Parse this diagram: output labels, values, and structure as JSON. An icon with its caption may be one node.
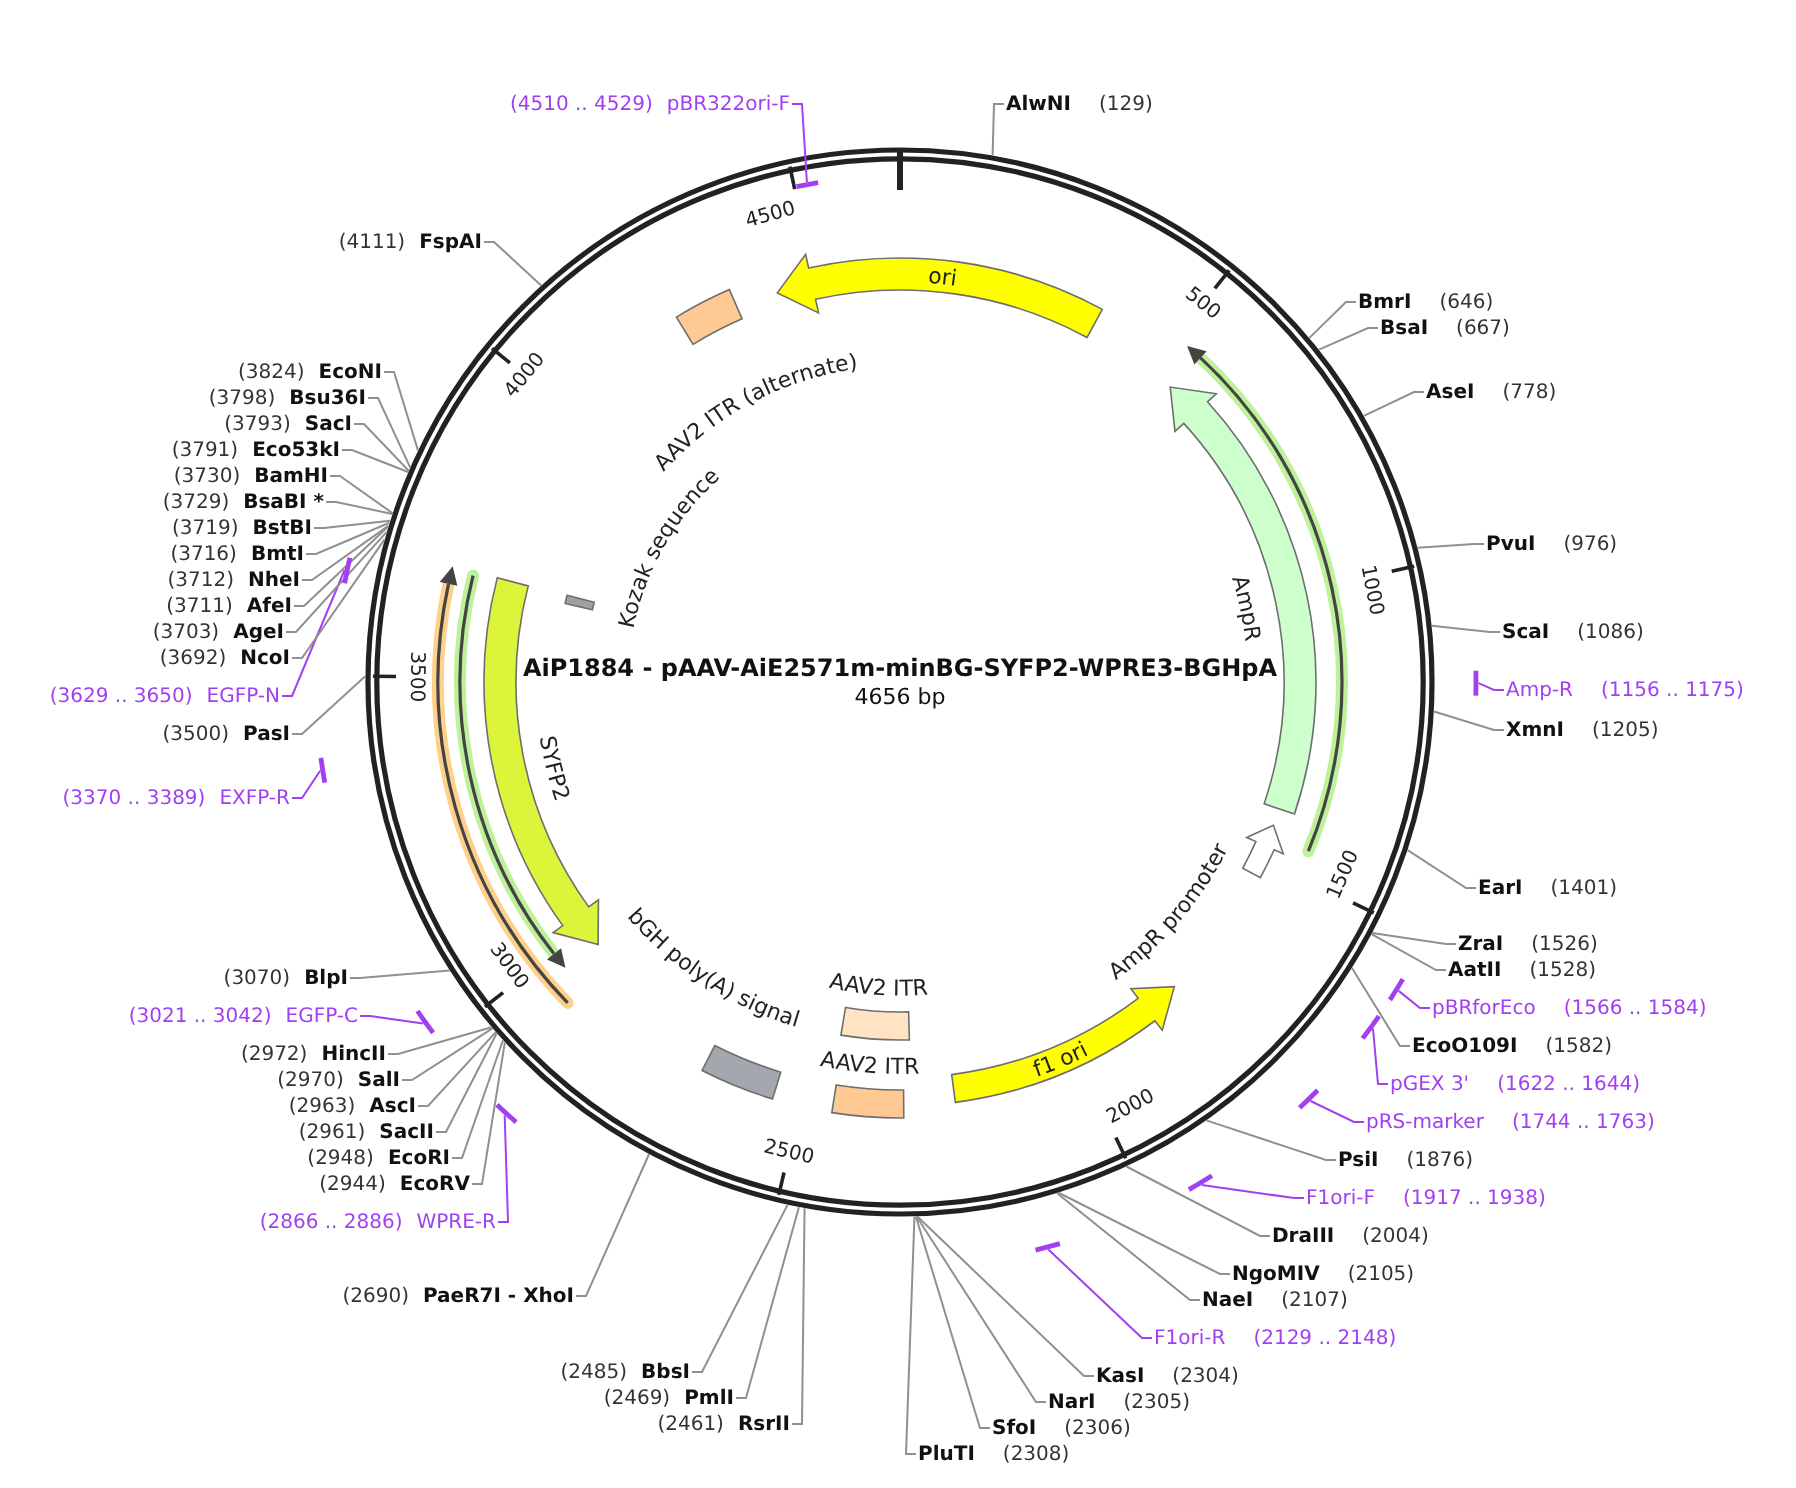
{
  "diagram": {
    "title": "AiP1884 - pAAV-AiE2571m-minBG-SYFP2-WPRE3-BGHpA",
    "nodes": [
      {
        "text": [
          "AlwNI",
          "(129)"
        ]
      },
      {
        "text": [
          "BmrI",
          "(646)"
        ]
      },
      {
        "text": [
          "BsaI",
          "(667)"
        ]
      },
      {
        "text": [
          "AseI",
          "(778)"
        ]
      },
      {
        "text": [
          "PvuI",
          "(976)"
        ]
      },
      {
        "text": [
          "ScaI",
          "(1086)"
        ]
      },
      {
        "text": [
          "Amp-R",
          "(1156 .. 1175)"
        ]
      },
      {
        "text": [],
        "shape": "bar"
      },
      {
        "text": [
          "XmnI",
          "(1205)"
        ]
      },
      {
        "text": [
          "EarI",
          "(1401)"
        ]
      },
      {
        "text": [
          "ZraI",
          "(1526)"
        ]
      },
      {
        "text": [
          "AatII",
          "(1528)"
        ]
      },
      {
        "text": [
          "pBRforEco",
          "(1566 .. 1584)"
        ]
      },
      {
        "text": [],
        "shape": "bar"
      },
      {
        "text": [
          "EcoO109I",
          "(1582)"
        ]
      },
      {
        "text": [
          "pGEX 3'",
          "(1622 .. 1644)"
        ]
      },
      {
        "text": [],
        "shape": "bar"
      },
      {
        "text": [
          "pRS-marker",
          "(1744 .. 1763)"
        ]
      },
      {
        "text": [],
        "shape": "bar"
      },
      {
        "text": [
          "PsiI",
          "(1876)"
        ]
      },
      {
        "text": [
          "F1ori-F",
          "(1917 .. 1938)"
        ]
      },
      {
        "text": [],
        "shape": "bar"
      },
      {
        "text": [
          "DraIII",
          "(2004)"
        ]
      },
      {
        "text": [
          "NgoMIV",
          "(2105)"
        ]
      },
      {
        "text": [
          "NaeI",
          "(2107)"
        ]
      },
      {
        "text": [
          "F1ori-R",
          "(2129 .. 2148)"
        ]
      },
      {
        "text": [],
        "shape": "bar"
      },
      {
        "text": [
          "KasI",
          "(2304)"
        ]
      },
      {
        "text": [
          "NarI",
          "(2305)"
        ]
      },
      {
        "text": [
          "SfoI",
          "(2306)"
        ]
      },
      {
        "text": [
          "PluTI",
          "(2308)"
        ]
      },
      {
        "text": [
          "(2461)",
          "RsrII"
        ]
      },
      {
        "text": [
          "(2469)",
          "PmlI"
        ]
      },
      {
        "text": [
          "(2485)",
          "BbsI"
        ]
      },
      {
        "text": [
          "(2690)",
          "PaeR7I - XhoI"
        ]
      },
      {
        "text": [
          "(2866 .. 2886)",
          "WPRE-R"
        ]
      },
      {
        "text": [],
        "shape": "bar"
      },
      {
        "text": [
          "(2944)",
          "EcoRV"
        ]
      },
      {
        "text": [
          "(2948)",
          "EcoRI"
        ]
      },
      {
        "text": [
          "(2961)",
          "SacII"
        ]
      },
      {
        "text": [
          "(2963)",
          "AscI"
        ]
      },
      {
        "text": [
          "(2970)",
          "SalI"
        ]
      },
      {
        "text": [
          "(2972)",
          "HincII"
        ]
      },
      {
        "text": [
          "(3021 .. 3042)",
          "EGFP-C"
        ]
      },
      {
        "text": [],
        "shape": "bar"
      },
      {
        "text": [
          "(3070)",
          "BlpI"
        ]
      },
      {
        "text": [
          "(3370 .. 3389)",
          "EXFP-R"
        ]
      },
      {
        "text": [],
        "shape": "bar"
      },
      {
        "text": [
          "(3500)",
          "PasI"
        ]
      },
      {
        "text": [
          "(3629 .. 3650)",
          "EGFP-N"
        ]
      },
      {
        "text": [],
        "shape": "bar"
      },
      {
        "text": [
          "(3692)",
          "NcoI"
        ]
      },
      {
        "text": [
          "(3703)",
          "AgeI"
        ]
      },
      {
        "text": [
          "(3711)",
          "AfeI"
        ]
      },
      {
        "text": [
          "(3712)",
          "NheI"
        ]
      },
      {
        "text": [
          "(3716)",
          "BmtI"
        ]
      },
      {
        "text": [
          "(3719)",
          "BstBI"
        ]
      },
      {
        "text": [
          "(3729)",
          "BsaBI *"
        ]
      },
      {
        "text": [
          "(3730)",
          "BamHI"
        ]
      },
      {
        "text": [
          "(3791)",
          "Eco53kI"
        ]
      },
      {
        "text": [
          "(3793)",
          "SacI"
        ]
      },
      {
        "text": [
          "(3798)",
          "Bsu36I"
        ]
      },
      {
        "text": [
          "(3824)",
          "EcoNI"
        ]
      },
      {
        "text": [
          "(4111)",
          "FspAI"
        ]
      },
      {
        "text": [
          "(4510 .. 4529)",
          "pBR322ori-F"
        ]
      },
      {
        "text": [],
        "shape": "bar"
      },
      {
        "text": [
          "ori"
        ]
      },
      {
        "text": [
          "AmpR"
        ]
      },
      {
        "text": [
          "AmpR promoter"
        ]
      },
      {
        "text": [
          "f1 ori"
        ]
      },
      {
        "text": [
          "AAV2 ITR"
        ]
      },
      {
        "text": [
          "AAV2 ITR"
        ]
      },
      {
        "text": [
          "bGH poly(A) signal"
        ]
      },
      {
        "text": [
          "SYFP2"
        ]
      },
      {
        "text": [
          "Kozak sequence"
        ]
      },
      {
        "text": [
          "AAV2 ITR (alternate)"
        ]
      }
    ],
    "edges": [
      {
        "from": 0,
        "to": null,
        "arrow": "none"
      },
      {
        "from": 1,
        "to": null,
        "arrow": "none"
      },
      {
        "from": 2,
        "to": null,
        "arrow": "none"
      },
      {
        "from": 3,
        "to": null,
        "arrow": "none"
      },
      {
        "from": 4,
        "to": null,
        "arrow": "none"
      },
      {
        "from": 5,
        "to": null,
        "arrow": "none"
      },
      {
        "from": 6,
        "to": 7,
        "arrow": "none",
        "color": "#a040f0"
      },
      {
        "from": 8,
        "to": null,
        "arrow": "none"
      },
      {
        "from": 9,
        "to": null,
        "arrow": "none"
      },
      {
        "from": 10,
        "to": null,
        "arrow": "none"
      },
      {
        "from": 11,
        "to": null,
        "arrow": "none"
      },
      {
        "from": 12,
        "to": 13,
        "arrow": "none",
        "color": "#a040f0"
      },
      {
        "from": 14,
        "to": null,
        "arrow": "none"
      },
      {
        "from": 15,
        "to": 16,
        "arrow": "none",
        "color": "#a040f0"
      },
      {
        "from": 17,
        "to": 18,
        "arrow": "none",
        "color": "#a040f0"
      },
      {
        "from": 19,
        "to": null,
        "arrow": "none"
      },
      {
        "from": 20,
        "to": 21,
        "arrow": "none",
        "color": "#a040f0"
      },
      {
        "from": 22,
        "to": null,
        "arrow": "none"
      },
      {
        "from": 23,
        "to": null,
        "arrow": "none"
      },
      {
        "from": 24,
        "to": null,
        "arrow": "none"
      },
      {
        "from": 25,
        "to": 26,
        "arrow": "none",
        "color": "#a040f0"
      },
      {
        "from": 27,
        "to": null,
        "arrow": "none"
      },
      {
        "from": 28,
        "to": null,
        "arrow": "none"
      },
      {
        "from": 29,
        "to": null,
        "arrow": "none"
      },
      {
        "from": 30,
        "to": null,
        "arrow": "none"
      },
      {
        "from": 31,
        "to": null,
        "arrow": "none"
      },
      {
        "from": 32,
        "to": null,
        "arrow": "none"
      },
      {
        "from": 33,
        "to": null,
        "arrow": "none"
      },
      {
        "from": 34,
        "to": null,
        "arrow": "none"
      },
      {
        "from": 35,
        "to": 36,
        "arrow": "none",
        "color": "#a040f0"
      },
      {
        "from": 37,
        "to": null,
        "arrow": "none"
      },
      {
        "from": 38,
        "to": null,
        "arrow": "none"
      },
      {
        "from": 39,
        "to": null,
        "arrow": "none"
      },
      {
        "from": 40,
        "to": null,
        "arrow": "none"
      },
      {
        "from": 41,
        "to": null,
        "arrow": "none"
      },
      {
        "from": 42,
        "to": null,
        "arrow": "none"
      },
      {
        "from": 43,
        "to": 44,
        "arrow": "none",
        "color": "#a040f0"
      },
      {
        "from": 45,
        "to": null,
        "arrow": "none"
      },
      {
        "from": 46,
        "to": 47,
        "arrow": "none",
        "color": "#a040f0"
      },
      {
        "from": 48,
        "to": null,
        "arrow": "none"
      },
      {
        "from": 49,
        "to": 50,
        "arrow": "none",
        "color": "#a040f0"
      },
      {
        "from": 51,
        "to": null,
        "arrow": "none"
      },
      {
        "from": 52,
        "to": null,
        "arrow": "none"
      },
      {
        "from": 53,
        "to": null,
        "arrow": "none"
      },
      {
        "from": 54,
        "to": null,
        "arrow": "none"
      },
      {
        "from": 55,
        "to": null,
        "arrow": "none"
      },
      {
        "from": 56,
        "to": null,
        "arrow": "none"
      },
      {
        "from": 57,
        "to": null,
        "arrow": "none"
      },
      {
        "from": 58,
        "to": null,
        "arrow": "none"
      },
      {
        "from": 59,
        "to": null,
        "arrow": "none"
      },
      {
        "from": 60,
        "to": null,
        "arrow": "none"
      },
      {
        "from": 61,
        "to": null,
        "arrow": "none"
      },
      {
        "from": 62,
        "to": null,
        "arrow": "none"
      },
      {
        "from": 63,
        "to": null,
        "arrow": "none"
      },
      {
        "from": 64,
        "to": 65,
        "arrow": "none",
        "color": "#a040f0"
      }
    ],
    "labels": [
      "4500",
      "500",
      "4000",
      "1000",
      "4656 bp",
      "3500",
      "1500",
      "3000",
      "2000",
      "2500"
    ]
  }
}
